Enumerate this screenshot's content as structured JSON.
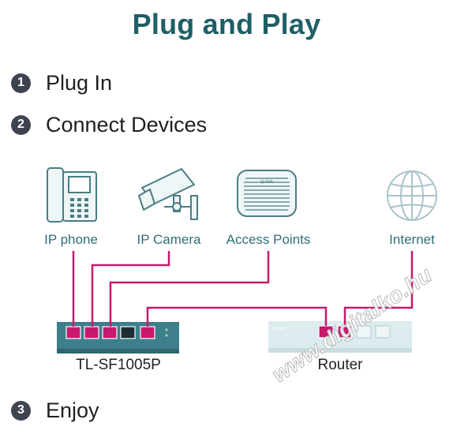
{
  "title": "Plug and Play",
  "steps": [
    {
      "num": "1",
      "label": "Plug In"
    },
    {
      "num": "2",
      "label": "Connect Devices"
    },
    {
      "num": "3",
      "label": "Enjoy"
    }
  ],
  "devices": {
    "ip_phone": "IP phone",
    "ip_camera": "IP Camera",
    "access_points": "Access Points",
    "internet": "Internet"
  },
  "hardware": {
    "switch": "TL-SF1005P",
    "router": "Router",
    "router_brand": "tp-link"
  },
  "watermark": "www.digitalko.hu",
  "colors": {
    "title": "#1f5f66",
    "device_label": "#2f6e78",
    "cable": "#c8196e",
    "switch_body": "#3d7f8a",
    "router_body": "#dcecef",
    "step_badge": "#3d4450"
  }
}
